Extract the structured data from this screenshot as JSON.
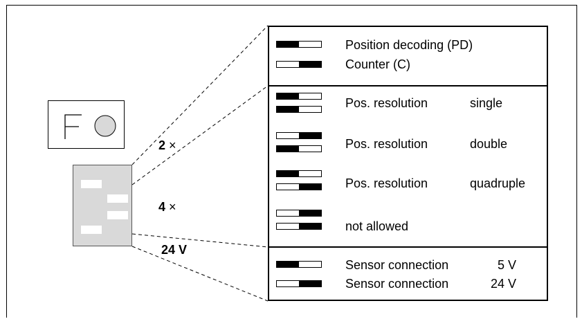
{
  "labels": {
    "two": {
      "num": "2",
      "sym": "×"
    },
    "four": {
      "num": "4",
      "sym": "×"
    },
    "v24": "24 V"
  },
  "groups": [
    {
      "rows": [
        {
          "switches": [
            "left"
          ],
          "text": "Position decoding (PD)"
        },
        {
          "switches": [
            "right"
          ],
          "text": "Counter (C)"
        }
      ]
    },
    {
      "rows": [
        {
          "switches": [
            "left",
            "left"
          ],
          "text": "Pos. resolution",
          "value": "single"
        },
        {
          "switches": [
            "right",
            "left"
          ],
          "text": "Pos. resolution",
          "value": "double"
        },
        {
          "switches": [
            "left",
            "right"
          ],
          "text": "Pos. resolution",
          "value": "quadruple"
        },
        {
          "switches": [
            "right",
            "right"
          ],
          "text": "not allowed"
        }
      ]
    },
    {
      "rows": [
        {
          "switches": [
            "left"
          ],
          "text": "Sensor connection",
          "value": "5 V"
        },
        {
          "switches": [
            "right"
          ],
          "text": "Sensor connection",
          "value": "24 V"
        }
      ]
    }
  ],
  "colors": {
    "module": "#d9d9d9",
    "switch_on": "#000000",
    "switch_off": "#ffffff"
  }
}
